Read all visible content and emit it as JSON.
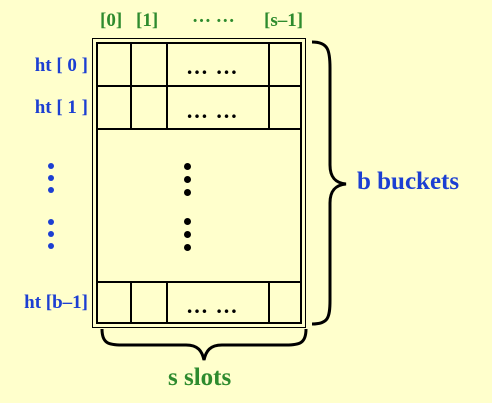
{
  "columns": {
    "first": "[0]",
    "second": "[1]",
    "dots": "… …",
    "last": "[s–1]"
  },
  "rows": {
    "first": "ht [ 0 ]",
    "second": "ht [ 1 ]",
    "last": "ht [b–1]"
  },
  "cell_dots": "… …",
  "braces": {
    "buckets_label": "b buckets",
    "slots_label": "s slots"
  },
  "colors": {
    "background": "#ffffcc",
    "row_label": "#1c3fd2",
    "column_label": "#2e8b2e",
    "lines": "#000000"
  }
}
